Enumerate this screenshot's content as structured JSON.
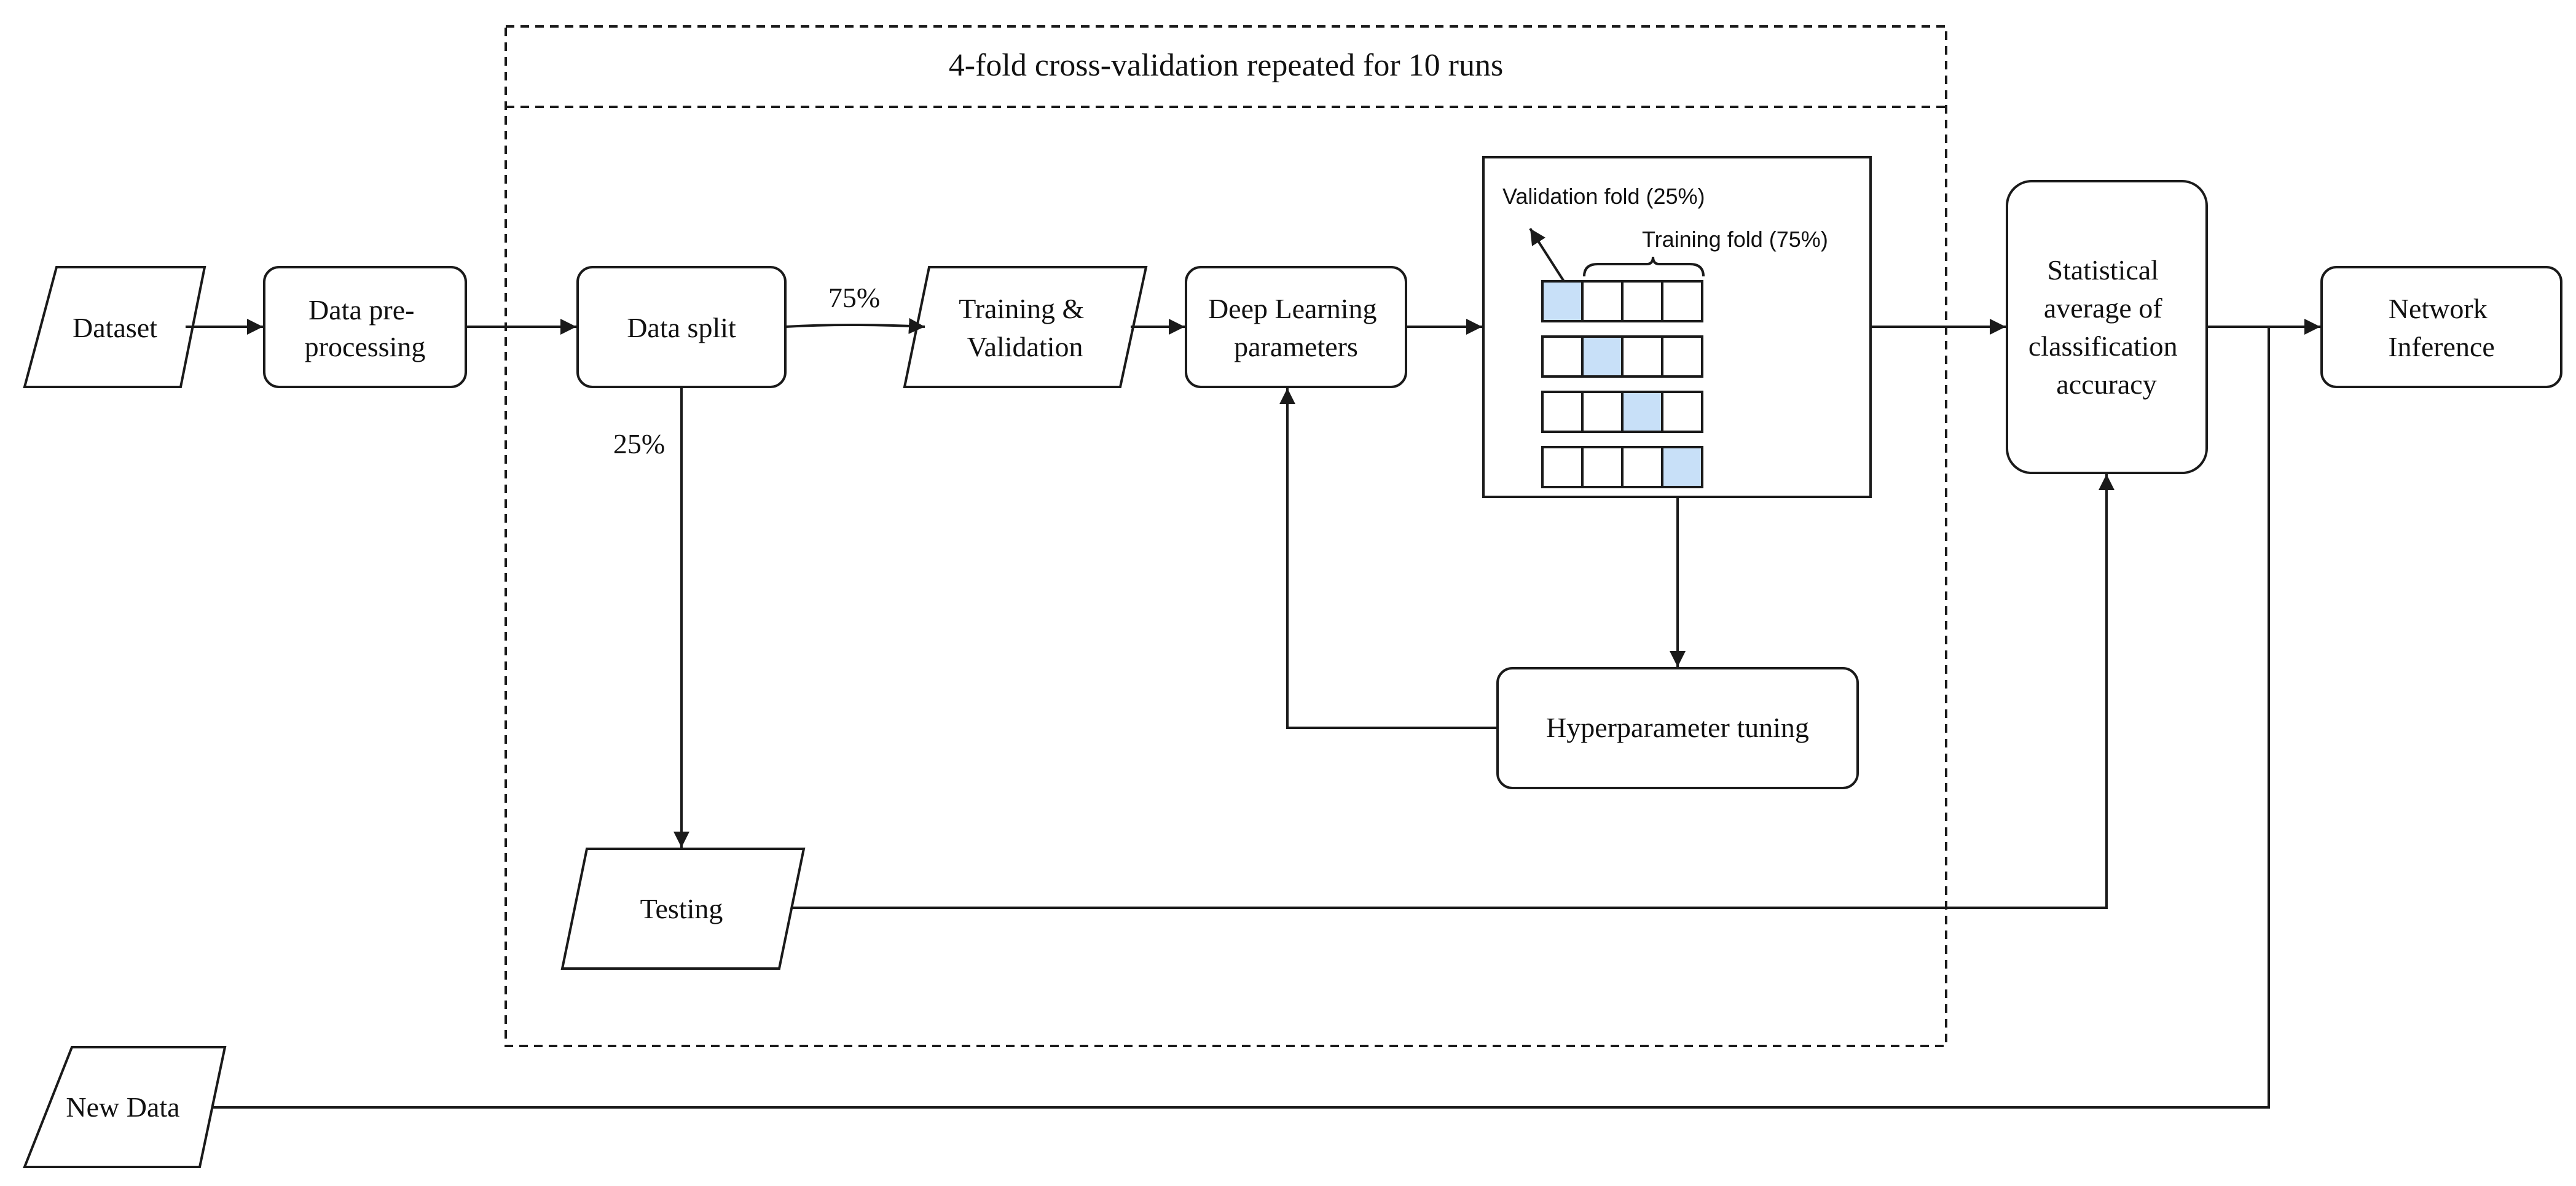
{
  "colors": {
    "stroke": "#1a1a1a",
    "fold_highlight": "#c8e0f8",
    "background": "#ffffff"
  },
  "frame": {
    "title": "4-fold cross-validation repeated for 10 runs"
  },
  "nodes": {
    "dataset": "Dataset",
    "preprocessing": [
      "Data pre-",
      "processing"
    ],
    "data_split": "Data split",
    "training_validation": [
      "Training &",
      "Validation"
    ],
    "deep_learning": [
      "Deep Learning",
      "parameters"
    ],
    "hyperparameter": "Hyperparameter tuning",
    "testing": "Testing",
    "statistical": [
      "Statistical",
      "average of",
      "classification",
      "accuracy"
    ],
    "network_inference": [
      "Network",
      "Inference"
    ],
    "new_data": "New Data"
  },
  "edge_labels": {
    "split_train": "75%",
    "split_test": "25%"
  },
  "folds": {
    "validation_label": "Validation fold (25%)",
    "training_label": "Training fold (75%)",
    "rows": 4,
    "cols": 4,
    "highlight_col_per_row": [
      0,
      1,
      2,
      3
    ]
  }
}
